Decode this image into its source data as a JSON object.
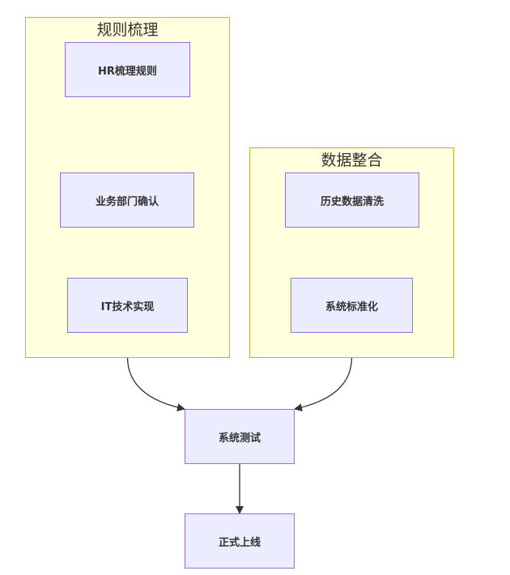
{
  "diagram": {
    "clusters": {
      "rules": {
        "title": "规则梳理"
      },
      "data": {
        "title": "数据整合"
      }
    },
    "nodes": {
      "hr_rules": "HR梳理规则",
      "biz_confirm": "业务部门确认",
      "it_impl": "IT技术实现",
      "history_clean": "历史数据清洗",
      "sys_standard": "系统标准化",
      "sys_test": "系统测试",
      "go_live": "正式上线"
    },
    "edges": [
      {
        "from": "hr_rules",
        "to": "biz_confirm"
      },
      {
        "from": "biz_confirm",
        "to": "it_impl"
      },
      {
        "from": "history_clean",
        "to": "sys_standard"
      },
      {
        "from": "it_impl",
        "to": "sys_test"
      },
      {
        "from": "sys_standard",
        "to": "sys_test"
      },
      {
        "from": "sys_test",
        "to": "go_live"
      }
    ],
    "colors": {
      "cluster_fill": "#ffffde",
      "cluster_border": "#b9b34a",
      "node_fill": "#ececff",
      "node_border": "#9370db",
      "edge": "#333333"
    }
  }
}
